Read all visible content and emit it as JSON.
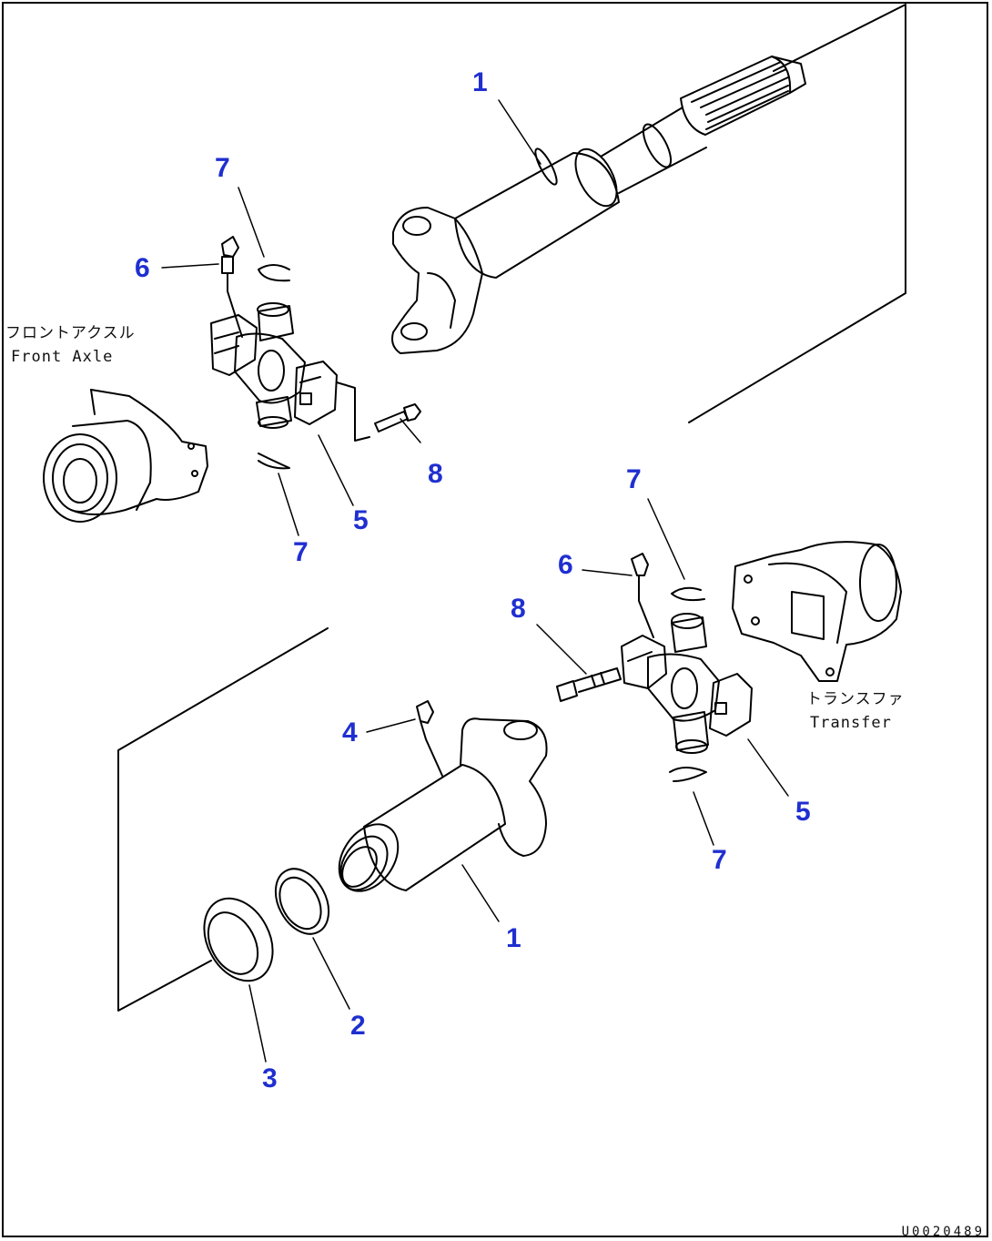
{
  "callouts": {
    "upper_1": "1",
    "upper_7_top": "7",
    "upper_6": "6",
    "upper_8": "8",
    "upper_5": "5",
    "upper_7_bottom": "7",
    "lower_7_top": "7",
    "lower_6": "6",
    "lower_8": "8",
    "lower_4": "4",
    "lower_5": "5",
    "lower_7_bottom": "7",
    "lower_1": "1",
    "lower_2": "2",
    "lower_3": "3"
  },
  "reference_labels": {
    "front_axle_jp": "フロントアクスル",
    "front_axle_en": "Front Axle",
    "transfer_jp": "トランスファ",
    "transfer_en": "Transfer"
  },
  "drawing_number": "U0020489",
  "colors": {
    "callout": "#1f2fd0",
    "line": "#000000",
    "background": "#ffffff"
  }
}
